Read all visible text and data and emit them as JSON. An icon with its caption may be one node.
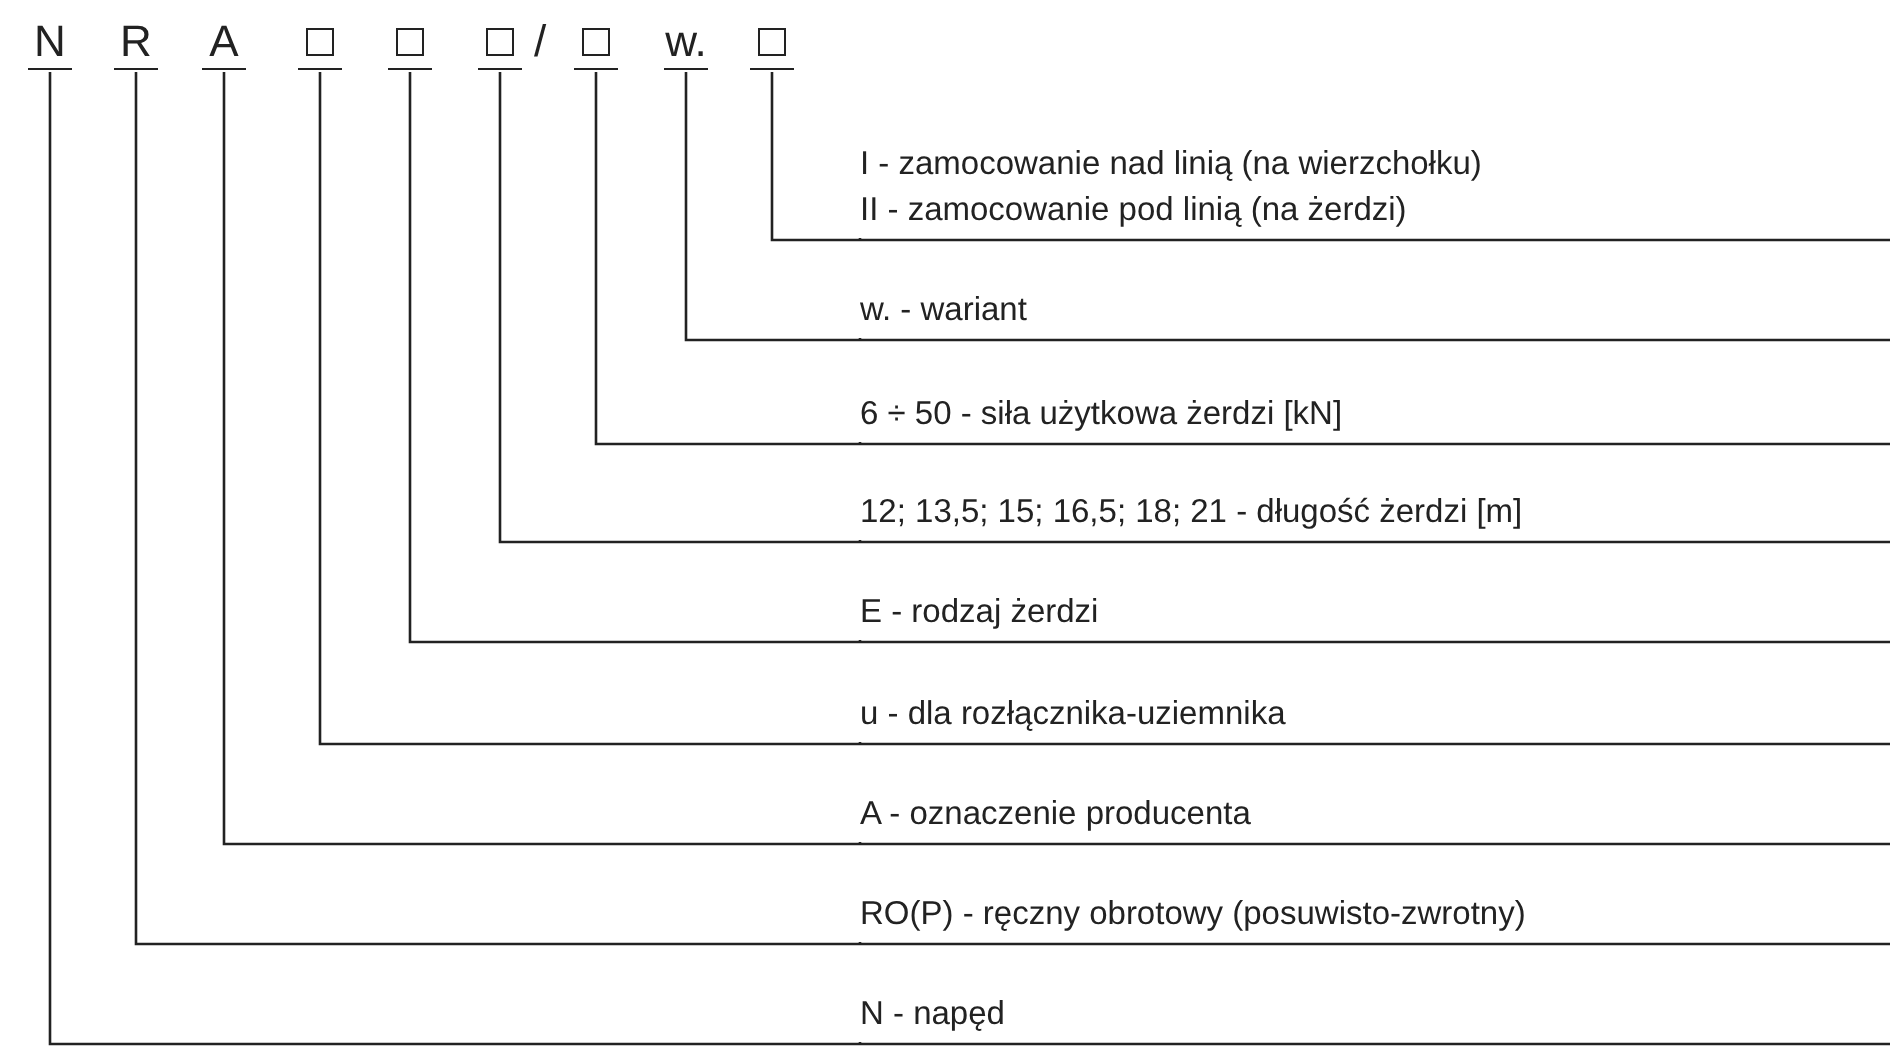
{
  "diagram": {
    "nodes": [
      {
        "text": [
          "N"
        ]
      },
      {
        "text": [
          "R"
        ]
      },
      {
        "text": [
          "A"
        ]
      },
      {
        "text": [],
        "shape": "box"
      },
      {
        "text": [],
        "shape": "box"
      },
      {
        "text": [],
        "shape": "box"
      },
      {
        "text": [],
        "shape": "box"
      },
      {
        "text": [
          "w."
        ]
      },
      {
        "text": [],
        "shape": "box"
      },
      {
        "text": [
          "I - zamocowanie nad linią (na wierzchołku)",
          "II - zamocowanie pod linią (na żerdzi)"
        ]
      },
      {
        "text": [
          "w. - wariant"
        ]
      },
      {
        "text": [
          "6 ÷ 50 - siła użytkowa żerdzi [kN]"
        ]
      },
      {
        "text": [
          "12; 13,5; 15; 16,5; 18; 21 - długość żerdzi [m]"
        ]
      },
      {
        "text": [
          "E - rodzaj żerdzi"
        ]
      },
      {
        "text": [
          "u - dla rozłącznika-uziemnika"
        ]
      },
      {
        "text": [
          "A - oznaczenie producenta"
        ]
      },
      {
        "text": [
          "RO(P) - ręczny obrotowy (posuwisto-zwrotny)"
        ]
      },
      {
        "text": [
          "N - napęd"
        ]
      }
    ],
    "edges": [
      {
        "from": 9,
        "to": 8,
        "arrow": "none"
      },
      {
        "from": 10,
        "to": 7,
        "arrow": "none"
      },
      {
        "from": 11,
        "to": 6,
        "arrow": "none"
      },
      {
        "from": 12,
        "to": 5,
        "arrow": "none"
      },
      {
        "from": 13,
        "to": 4,
        "arrow": "none"
      },
      {
        "from": 14,
        "to": 3,
        "arrow": "none"
      },
      {
        "from": 15,
        "to": 2,
        "arrow": "none"
      },
      {
        "from": 16,
        "to": 1,
        "arrow": "none"
      },
      {
        "from": 17,
        "to": 0,
        "arrow": "none"
      }
    ],
    "labels": [
      "/"
    ]
  }
}
